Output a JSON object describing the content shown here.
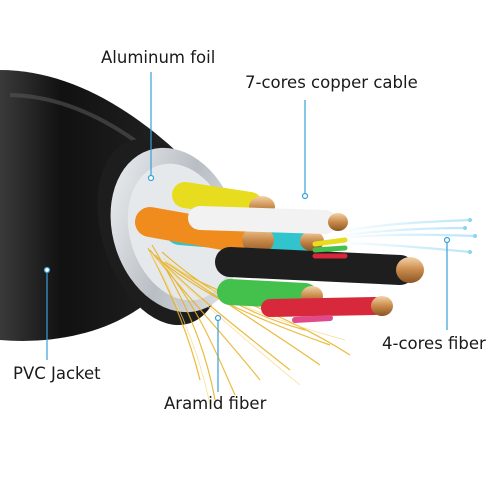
{
  "labels": {
    "aluminum_foil": "Aluminum foil",
    "copper_cable": "7-cores copper cable",
    "fiber_cores": "4-cores fiber",
    "pvc_jacket": "PVC Jacket",
    "aramid_fiber": "Aramid fiber"
  },
  "colors": {
    "leader_line": "#3aa0d8",
    "jacket": "#1c1c1c",
    "foil": "#d9dde1",
    "aramid": "#e8b020",
    "copper": "#c98a4a",
    "fiber": "#bfe7f7"
  },
  "cores": [
    {
      "name": "yellow-core",
      "color": "#e8dc1e"
    },
    {
      "name": "orange-core",
      "color": "#f08c1e"
    },
    {
      "name": "white-core",
      "color": "#f2f2f2"
    },
    {
      "name": "cyan-core",
      "color": "#31c4cc"
    },
    {
      "name": "black-core",
      "color": "#1e1e1e"
    },
    {
      "name": "green-core",
      "color": "#44c04c"
    },
    {
      "name": "red-core",
      "color": "#d8283c"
    }
  ]
}
